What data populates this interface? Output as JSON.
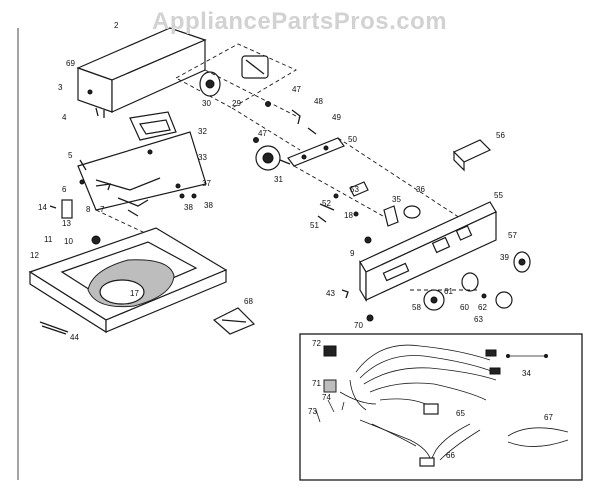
{
  "watermark": "AppliancePartsPros.com",
  "callouts": {
    "c2": "2",
    "c3": "3",
    "c4": "4",
    "c69": "69",
    "c30": "30",
    "c29": "29",
    "c47a": "47",
    "c48": "48",
    "c47b": "47",
    "c49": "49",
    "c50": "50",
    "c31": "31",
    "c32": "32",
    "c33": "33",
    "c5": "5",
    "c37": "37",
    "c6": "6",
    "c38a": "38",
    "c38b": "38",
    "c8": "8",
    "c7": "7",
    "c14": "14",
    "c13": "13",
    "c10": "10",
    "c11": "11",
    "c12": "12",
    "c17": "17",
    "c44": "44",
    "c68": "68",
    "c56": "56",
    "c55": "55",
    "c36": "36",
    "c53": "53",
    "c52": "52",
    "c18": "18",
    "c35": "35",
    "c51": "51",
    "c9": "9",
    "c57": "57",
    "c39": "39",
    "c43": "43",
    "c61": "61",
    "c58": "58",
    "c60": "60",
    "c62": "62",
    "c63": "63",
    "c70": "70",
    "c72": "72",
    "c34": "34",
    "c71": "71",
    "c74": "74",
    "c73": "73",
    "c65": "65",
    "c67": "67",
    "c66": "66"
  }
}
